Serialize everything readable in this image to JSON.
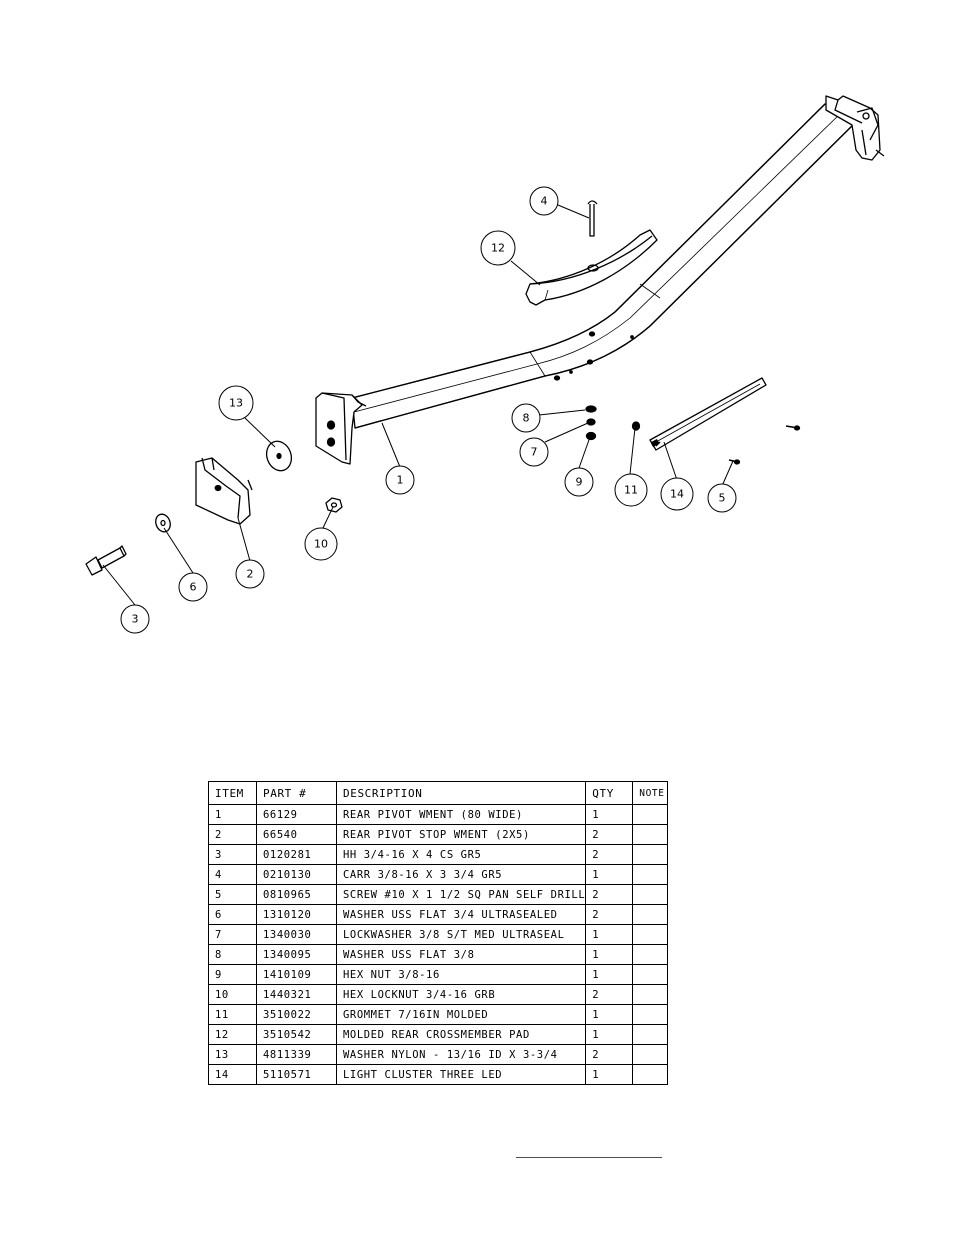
{
  "callouts": [
    {
      "label": "1"
    },
    {
      "label": "2"
    },
    {
      "label": "3"
    },
    {
      "label": "4"
    },
    {
      "label": "5"
    },
    {
      "label": "6"
    },
    {
      "label": "7"
    },
    {
      "label": "8"
    },
    {
      "label": "9"
    },
    {
      "label": "10"
    },
    {
      "label": "11"
    },
    {
      "label": "12"
    },
    {
      "label": "13"
    },
    {
      "label": "14"
    }
  ],
  "bom": {
    "headers": {
      "item": "ITEM",
      "part": "PART #",
      "description": "DESCRIPTION",
      "qty": "QTY",
      "note": "NOTE"
    },
    "rows": [
      {
        "item": "1",
        "part": "66129",
        "description": "REAR PIVOT WMENT (80 WIDE)",
        "qty": "1",
        "note": ""
      },
      {
        "item": "2",
        "part": "66540",
        "description": "REAR PIVOT STOP WMENT (2X5)",
        "qty": "2",
        "note": ""
      },
      {
        "item": "3",
        "part": "0120281",
        "description": "HH 3/4-16 X 4 CS GR5",
        "qty": "2",
        "note": ""
      },
      {
        "item": "4",
        "part": "0210130",
        "description": "CARR 3/8-16 X 3 3/4 GR5",
        "qty": "1",
        "note": ""
      },
      {
        "item": "5",
        "part": "0810965",
        "description": "SCREW #10 X 1 1/2 SQ PAN SELF DRILL",
        "qty": "2",
        "note": ""
      },
      {
        "item": "6",
        "part": "1310120",
        "description": "WASHER USS FLAT 3/4 ULTRASEALED",
        "qty": "2",
        "note": ""
      },
      {
        "item": "7",
        "part": "1340030",
        "description": "LOCKWASHER 3/8 S/T MED ULTRASEAL",
        "qty": "1",
        "note": ""
      },
      {
        "item": "8",
        "part": "1340095",
        "description": "WASHER USS FLAT 3/8",
        "qty": "1",
        "note": ""
      },
      {
        "item": "9",
        "part": "1410109",
        "description": "HEX NUT 3/8-16",
        "qty": "1",
        "note": ""
      },
      {
        "item": "10",
        "part": "1440321",
        "description": "HEX LOCKNUT 3/4-16 GRB",
        "qty": "2",
        "note": ""
      },
      {
        "item": "11",
        "part": "3510022",
        "description": "GROMMET  7/16IN MOLDED",
        "qty": "1",
        "note": ""
      },
      {
        "item": "12",
        "part": "3510542",
        "description": "MOLDED REAR CROSSMEMBER PAD",
        "qty": "1",
        "note": ""
      },
      {
        "item": "13",
        "part": "4811339",
        "description": "WASHER NYLON - 13/16 ID X 3-3/4",
        "qty": "2",
        "note": ""
      },
      {
        "item": "14",
        "part": "5110571",
        "description": "LIGHT CLUSTER THREE LED",
        "qty": "1",
        "note": ""
      }
    ]
  },
  "colors": {
    "line": "#000000",
    "link": "#1a4fd8"
  }
}
